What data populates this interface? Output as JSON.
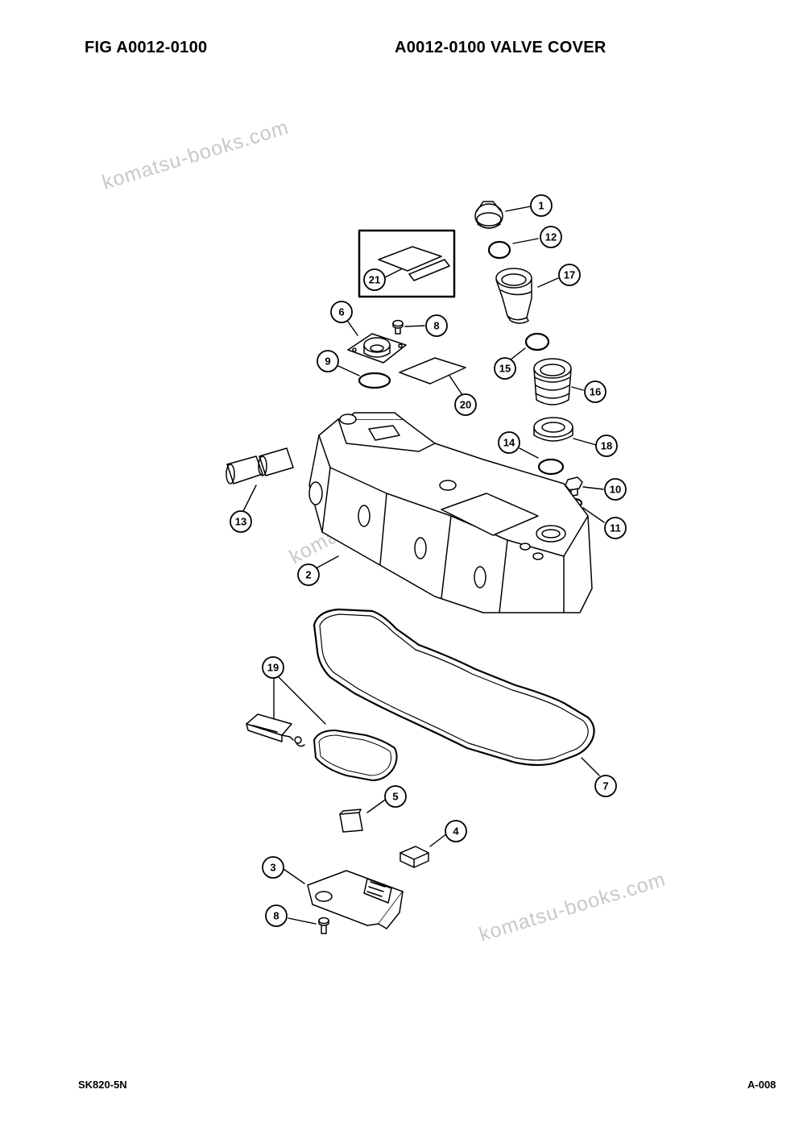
{
  "header": {
    "fig_label": "FIG    A0012-0100",
    "title": "A0012-0100 VALVE COVER"
  },
  "footer": {
    "model": "SK820-5N",
    "page": "A-008"
  },
  "watermarks": [
    "komatsu-books.com",
    "komatsu-books.com",
    "komatsu-books.com"
  ],
  "callouts": [
    "1",
    "12",
    "17",
    "21",
    "6",
    "8",
    "9",
    "15",
    "20",
    "16",
    "14",
    "18",
    "10",
    "11",
    "13",
    "2",
    "19",
    "7",
    "5",
    "4",
    "3",
    "8"
  ]
}
